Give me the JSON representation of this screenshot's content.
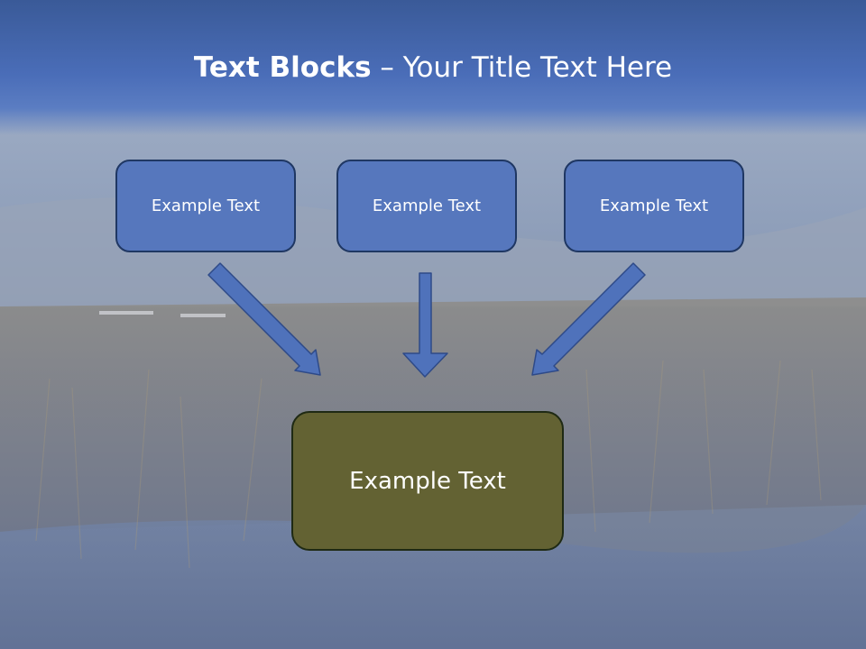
{
  "slide": {
    "title_bold": "Text Blocks",
    "title_rest": " – Your Title Text Here",
    "boxes": [
      {
        "label": "Example Text"
      },
      {
        "label": "Example Text"
      },
      {
        "label": "Example Text"
      }
    ],
    "main_box": {
      "label": "Example Text"
    }
  },
  "colors": {
    "title_band": "#4a6db8",
    "box_fill": "#5677bd",
    "box_border": "#1f3763",
    "main_box_fill": "#636233",
    "arrow_fill": "#4f72bb"
  }
}
